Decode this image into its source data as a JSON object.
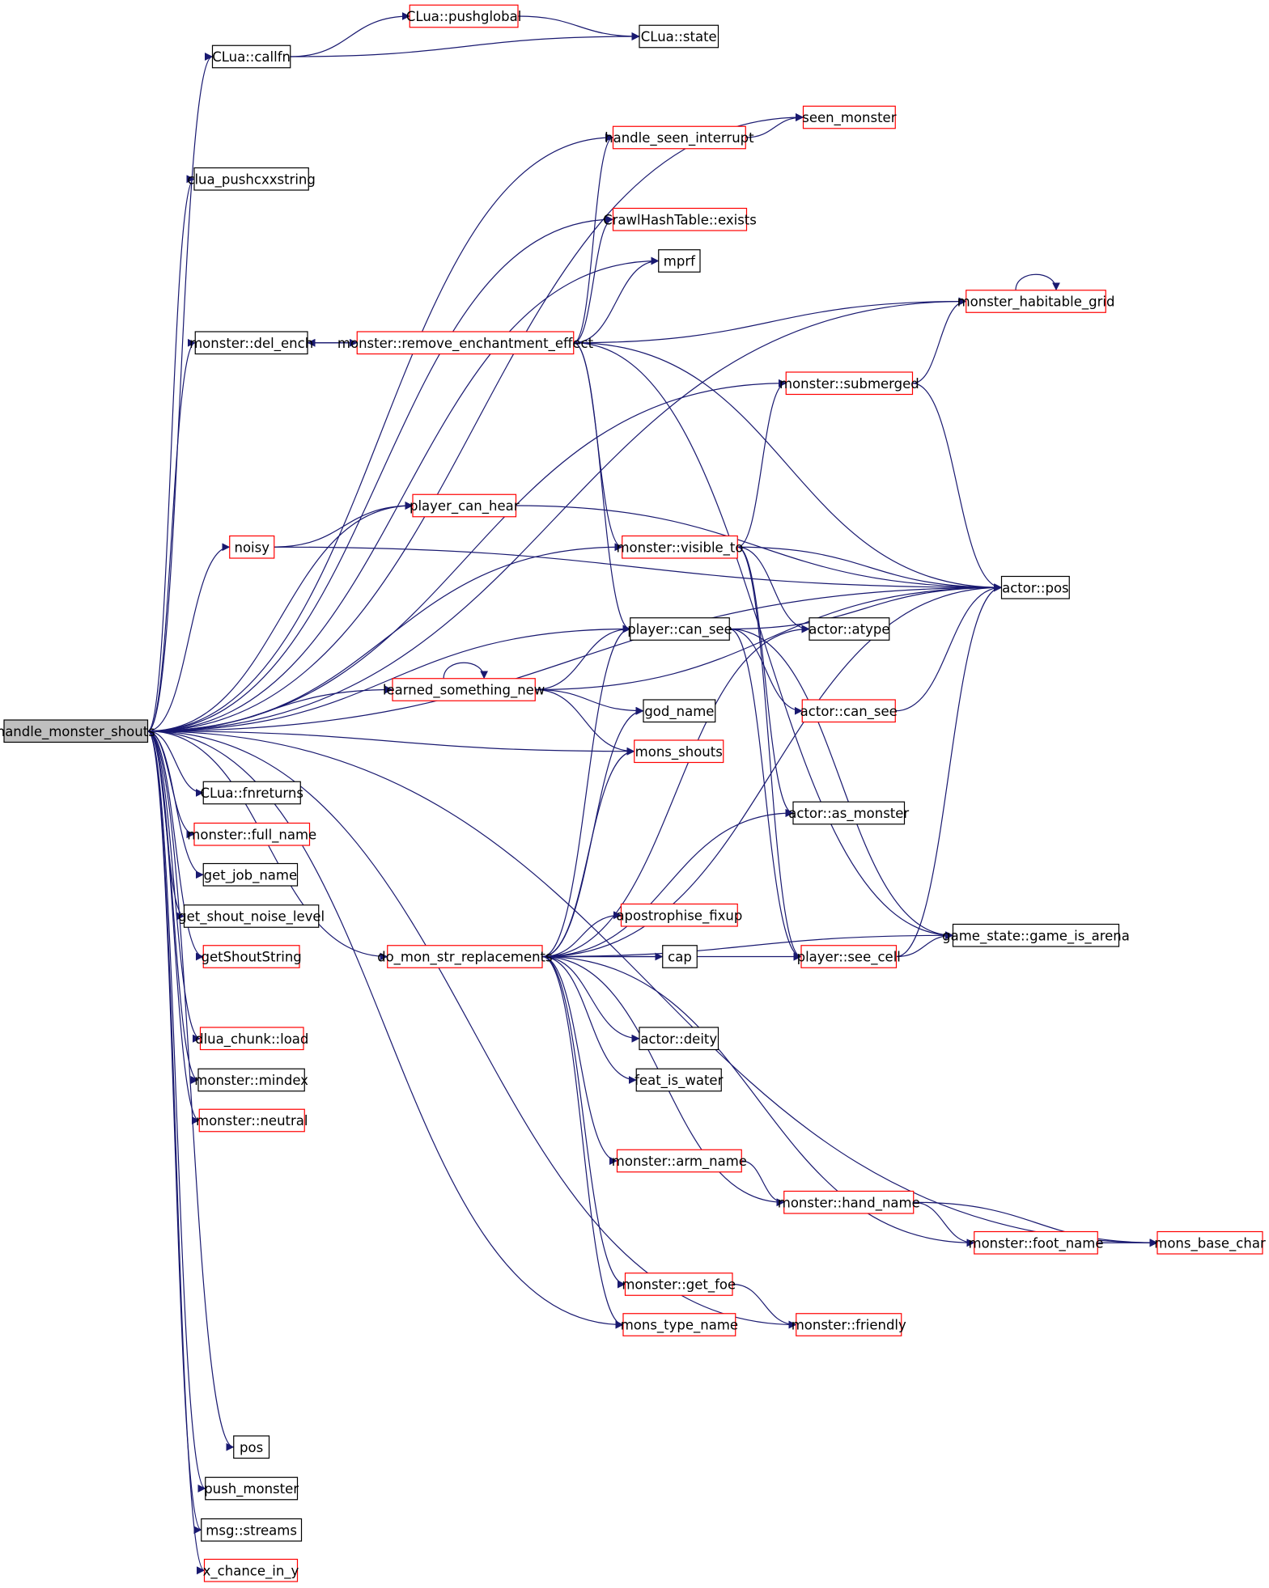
{
  "diagram": {
    "root": "handle_monster_shouts",
    "colors": {
      "edge": "#191970",
      "node_border_default": "#000000",
      "node_border_truncated": "#ff0000",
      "root_fill": "#bfbfbf",
      "node_fill": "#ffffff"
    },
    "nodes": [
      {
        "id": "handle_monster_shouts",
        "label": "handle_monster_shouts",
        "border": "black",
        "root": true
      },
      {
        "id": "clua_callfn",
        "label": "CLua::callfn",
        "border": "black"
      },
      {
        "id": "clua_pushglobal",
        "label": "CLua::pushglobal",
        "border": "red"
      },
      {
        "id": "clua_state",
        "label": "CLua::state",
        "border": "black"
      },
      {
        "id": "seen_monster",
        "label": "seen_monster",
        "border": "red"
      },
      {
        "id": "handle_seen_interrupt",
        "label": "handle_seen_interrupt",
        "border": "red"
      },
      {
        "id": "clua_pushcxxstring",
        "label": "clua_pushcxxstring",
        "border": "black"
      },
      {
        "id": "crawlhashtable_exists",
        "label": "CrawlHashTable::exists",
        "border": "red"
      },
      {
        "id": "mprf",
        "label": "mprf",
        "border": "black"
      },
      {
        "id": "monster_habitable_grid",
        "label": "monster_habitable_grid",
        "border": "red"
      },
      {
        "id": "monster_del_ench",
        "label": "monster::del_ench",
        "border": "black"
      },
      {
        "id": "monster_remove_enchantment_effect",
        "label": "monster::remove_enchantment_effect",
        "border": "red"
      },
      {
        "id": "monster_submerged",
        "label": "monster::submerged",
        "border": "red"
      },
      {
        "id": "player_can_hear",
        "label": "player_can_hear",
        "border": "red"
      },
      {
        "id": "noisy",
        "label": "noisy",
        "border": "red"
      },
      {
        "id": "monster_visible_to",
        "label": "monster::visible_to",
        "border": "red"
      },
      {
        "id": "actor_pos",
        "label": "actor::pos",
        "border": "black"
      },
      {
        "id": "player_can_see",
        "label": "player::can_see",
        "border": "black"
      },
      {
        "id": "actor_atype",
        "label": "actor::atype",
        "border": "black"
      },
      {
        "id": "learned_something_new",
        "label": "learned_something_new",
        "border": "red"
      },
      {
        "id": "actor_can_see",
        "label": "actor::can_see",
        "border": "red"
      },
      {
        "id": "god_name",
        "label": "god_name",
        "border": "black"
      },
      {
        "id": "mons_shouts",
        "label": "mons_shouts",
        "border": "red"
      },
      {
        "id": "clua_fnreturns",
        "label": "CLua::fnreturns",
        "border": "black"
      },
      {
        "id": "actor_as_monster",
        "label": "actor::as_monster",
        "border": "black"
      },
      {
        "id": "monster_full_name",
        "label": "monster::full_name",
        "border": "red"
      },
      {
        "id": "get_job_name",
        "label": "get_job_name",
        "border": "black"
      },
      {
        "id": "get_shout_noise_level",
        "label": "get_shout_noise_level",
        "border": "black"
      },
      {
        "id": "apostrophise_fixup",
        "label": "apostrophise_fixup",
        "border": "red"
      },
      {
        "id": "game_state_game_is_arena",
        "label": "game_state::game_is_arena",
        "border": "black"
      },
      {
        "id": "getshoutstring",
        "label": "getShoutString",
        "border": "red"
      },
      {
        "id": "do_mon_str_replacements",
        "label": "do_mon_str_replacements",
        "border": "red"
      },
      {
        "id": "cap",
        "label": "cap",
        "border": "black"
      },
      {
        "id": "player_see_cell",
        "label": "player::see_cell",
        "border": "red"
      },
      {
        "id": "dlua_chunk_load",
        "label": "dlua_chunk::load",
        "border": "red"
      },
      {
        "id": "actor_deity",
        "label": "actor::deity",
        "border": "black"
      },
      {
        "id": "monster_mindex",
        "label": "monster::mindex",
        "border": "black"
      },
      {
        "id": "feat_is_water",
        "label": "feat_is_water",
        "border": "black"
      },
      {
        "id": "monster_neutral",
        "label": "monster::neutral",
        "border": "red"
      },
      {
        "id": "monster_arm_name",
        "label": "monster::arm_name",
        "border": "red"
      },
      {
        "id": "monster_hand_name",
        "label": "monster::hand_name",
        "border": "red"
      },
      {
        "id": "monster_foot_name",
        "label": "monster::foot_name",
        "border": "red"
      },
      {
        "id": "mons_base_char",
        "label": "mons_base_char",
        "border": "red"
      },
      {
        "id": "monster_get_foe",
        "label": "monster::get_foe",
        "border": "red"
      },
      {
        "id": "mons_type_name",
        "label": "mons_type_name",
        "border": "red"
      },
      {
        "id": "monster_friendly",
        "label": "monster::friendly",
        "border": "red"
      },
      {
        "id": "pos",
        "label": "pos",
        "border": "black"
      },
      {
        "id": "push_monster",
        "label": "push_monster",
        "border": "black"
      },
      {
        "id": "msg_streams",
        "label": "msg::streams",
        "border": "black"
      },
      {
        "id": "x_chance_in_y",
        "label": "x_chance_in_y",
        "border": "red"
      }
    ],
    "edges": [
      [
        "handle_monster_shouts",
        "clua_callfn"
      ],
      [
        "clua_callfn",
        "clua_pushglobal"
      ],
      [
        "clua_callfn",
        "clua_state"
      ],
      [
        "clua_pushglobal",
        "clua_state"
      ],
      [
        "handle_monster_shouts",
        "seen_monster"
      ],
      [
        "handle_monster_shouts",
        "handle_seen_interrupt"
      ],
      [
        "handle_seen_interrupt",
        "seen_monster"
      ],
      [
        "handle_monster_shouts",
        "clua_pushcxxstring"
      ],
      [
        "handle_monster_shouts",
        "monster_habitable_grid"
      ],
      [
        "handle_monster_shouts",
        "crawlhashtable_exists"
      ],
      [
        "handle_monster_shouts",
        "mprf"
      ],
      [
        "monster_habitable_grid",
        "monster_habitable_grid"
      ],
      [
        "handle_monster_shouts",
        "monster_del_ench"
      ],
      [
        "monster_del_ench",
        "monster_remove_enchantment_effect"
      ],
      [
        "monster_remove_enchantment_effect",
        "monster_del_ench"
      ],
      [
        "monster_remove_enchantment_effect",
        "handle_seen_interrupt"
      ],
      [
        "monster_remove_enchantment_effect",
        "crawlhashtable_exists"
      ],
      [
        "monster_remove_enchantment_effect",
        "mprf"
      ],
      [
        "monster_remove_enchantment_effect",
        "monster_habitable_grid"
      ],
      [
        "monster_remove_enchantment_effect",
        "actor_pos"
      ],
      [
        "monster_remove_enchantment_effect",
        "monster_visible_to"
      ],
      [
        "monster_remove_enchantment_effect",
        "player_can_see"
      ],
      [
        "monster_remove_enchantment_effect",
        "game_state_game_is_arena"
      ],
      [
        "handle_monster_shouts",
        "monster_submerged"
      ],
      [
        "monster_submerged",
        "monster_habitable_grid"
      ],
      [
        "monster_submerged",
        "actor_pos"
      ],
      [
        "handle_monster_shouts",
        "actor_pos"
      ],
      [
        "handle_monster_shouts",
        "player_can_hear"
      ],
      [
        "player_can_hear",
        "actor_pos"
      ],
      [
        "handle_monster_shouts",
        "noisy"
      ],
      [
        "noisy",
        "player_can_hear"
      ],
      [
        "noisy",
        "actor_pos"
      ],
      [
        "handle_monster_shouts",
        "monster_visible_to"
      ],
      [
        "monster_visible_to",
        "actor_pos"
      ],
      [
        "monster_visible_to",
        "monster_submerged"
      ],
      [
        "monster_visible_to",
        "actor_atype"
      ],
      [
        "monster_visible_to",
        "actor_as_monster"
      ],
      [
        "monster_visible_to",
        "player_see_cell"
      ],
      [
        "handle_monster_shouts",
        "player_can_see"
      ],
      [
        "player_can_see",
        "actor_pos"
      ],
      [
        "player_can_see",
        "actor_can_see"
      ],
      [
        "player_can_see",
        "player_see_cell"
      ],
      [
        "player_can_see",
        "game_state_game_is_arena"
      ],
      [
        "actor_can_see",
        "actor_pos"
      ],
      [
        "handle_monster_shouts",
        "learned_something_new"
      ],
      [
        "learned_something_new",
        "learned_something_new"
      ],
      [
        "learned_something_new",
        "player_can_see"
      ],
      [
        "learned_something_new",
        "god_name"
      ],
      [
        "learned_something_new",
        "mons_shouts"
      ],
      [
        "learned_something_new",
        "actor_pos"
      ],
      [
        "handle_monster_shouts",
        "mons_shouts"
      ],
      [
        "handle_monster_shouts",
        "clua_fnreturns"
      ],
      [
        "handle_monster_shouts",
        "monster_full_name"
      ],
      [
        "handle_monster_shouts",
        "get_job_name"
      ],
      [
        "handle_monster_shouts",
        "get_shout_noise_level"
      ],
      [
        "handle_monster_shouts",
        "getshoutstring"
      ],
      [
        "handle_monster_shouts",
        "do_mon_str_replacements"
      ],
      [
        "do_mon_str_replacements",
        "player_can_see"
      ],
      [
        "do_mon_str_replacements",
        "actor_atype"
      ],
      [
        "do_mon_str_replacements",
        "god_name"
      ],
      [
        "do_mon_str_replacements",
        "mons_shouts"
      ],
      [
        "do_mon_str_replacements",
        "actor_as_monster"
      ],
      [
        "do_mon_str_replacements",
        "actor_pos"
      ],
      [
        "do_mon_str_replacements",
        "apostrophise_fixup"
      ],
      [
        "do_mon_str_replacements",
        "cap"
      ],
      [
        "do_mon_str_replacements",
        "player_see_cell"
      ],
      [
        "do_mon_str_replacements",
        "actor_deity"
      ],
      [
        "do_mon_str_replacements",
        "feat_is_water"
      ],
      [
        "do_mon_str_replacements",
        "game_state_game_is_arena"
      ],
      [
        "do_mon_str_replacements",
        "monster_arm_name"
      ],
      [
        "do_mon_str_replacements",
        "monster_hand_name"
      ],
      [
        "do_mon_str_replacements",
        "monster_foot_name"
      ],
      [
        "do_mon_str_replacements",
        "monster_get_foe"
      ],
      [
        "do_mon_str_replacements",
        "mons_type_name"
      ],
      [
        "player_see_cell",
        "actor_pos"
      ],
      [
        "player_see_cell",
        "game_state_game_is_arena"
      ],
      [
        "monster_arm_name",
        "monster_hand_name"
      ],
      [
        "monster_hand_name",
        "monster_foot_name"
      ],
      [
        "monster_hand_name",
        "mons_base_char"
      ],
      [
        "monster_foot_name",
        "mons_base_char"
      ],
      [
        "monster_get_foe",
        "monster_friendly"
      ],
      [
        "handle_monster_shouts",
        "dlua_chunk_load"
      ],
      [
        "handle_monster_shouts",
        "monster_mindex"
      ],
      [
        "handle_monster_shouts",
        "monster_neutral"
      ],
      [
        "handle_monster_shouts",
        "mons_type_name"
      ],
      [
        "handle_monster_shouts",
        "monster_friendly"
      ],
      [
        "handle_monster_shouts",
        "mons_base_char"
      ],
      [
        "handle_monster_shouts",
        "pos"
      ],
      [
        "handle_monster_shouts",
        "push_monster"
      ],
      [
        "handle_monster_shouts",
        "msg_streams"
      ],
      [
        "handle_monster_shouts",
        "x_chance_in_y"
      ]
    ]
  }
}
